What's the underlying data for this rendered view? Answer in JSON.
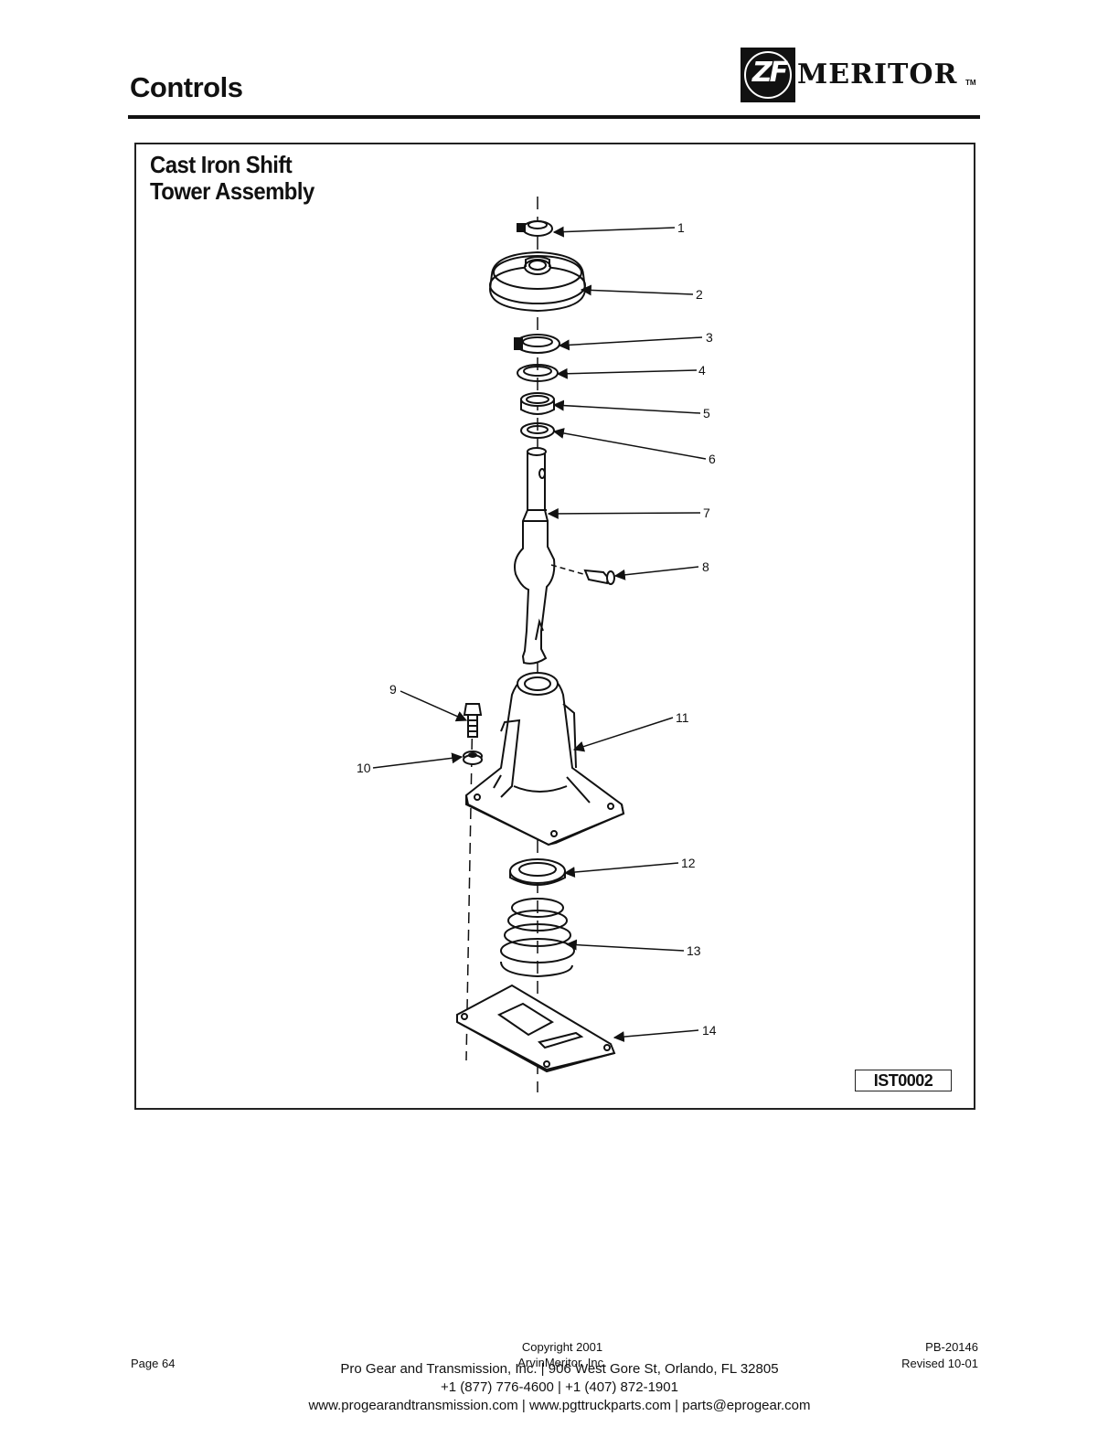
{
  "header": {
    "title": "Controls",
    "logo_zf": "ZF",
    "logo_brand": "MERITOR",
    "logo_tm": "TM"
  },
  "figure": {
    "title_line1": "Cast Iron Shift",
    "title_line2": "Tower Assembly",
    "figure_id": "IST0002",
    "callouts": [
      "1",
      "2",
      "3",
      "4",
      "5",
      "6",
      "7",
      "8",
      "9",
      "10",
      "11",
      "12",
      "13",
      "14"
    ]
  },
  "footer": {
    "page": "Page 64",
    "copyright_line1": "Copyright 2001",
    "copyright_line2": "ArvinMeritor, Inc.",
    "doc_number": "PB-20146",
    "revised": "Revised 10-01",
    "contact_line1": "Pro Gear and Transmission, Inc. | 906 West Gore St, Orlando, FL  32805",
    "contact_line2": "+1 (877) 776-4600 | +1 (407) 872-1901",
    "contact_line3": "www.progearandtransmission.com | www.pgttruckparts.com | parts@eprogear.com"
  }
}
